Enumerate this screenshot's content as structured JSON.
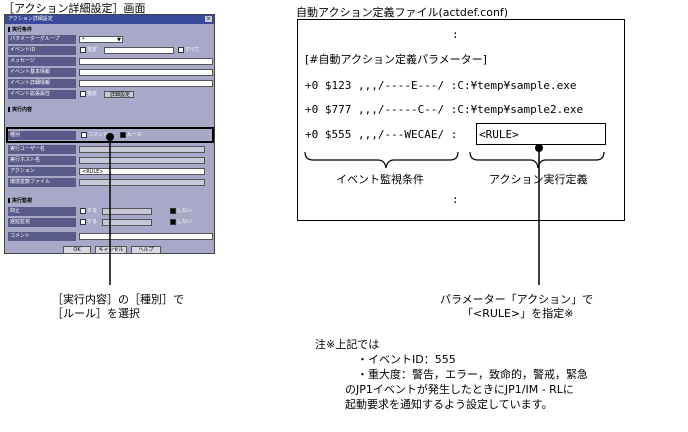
{
  "left_caption": "［アクション詳細設定］画面",
  "right_caption": "自動アクション定義ファイル(actdef.conf)",
  "dialog": {
    "title": "アクション詳細設定",
    "close_glyph": "×",
    "sections": {
      "execution_condition": "実行条件",
      "execution_content": "実行内容",
      "execution_monitor": "実行監視"
    },
    "rows": {
      "parameter_group": {
        "label": "パラメーターグループ",
        "value": "*"
      },
      "event_id": {
        "label": "イベントID",
        "opt1": "指定",
        "opt2": "すべて"
      },
      "message": {
        "label": "メッセージ"
      },
      "event_basic": {
        "label": "イベント基本情報"
      },
      "event_detail": {
        "label": "イベント詳細情報"
      },
      "event_extended": {
        "label": "イベント拡張属性",
        "opt1": "指定",
        "button": "詳細設定"
      },
      "type": {
        "label": "種別",
        "opt1": "コマンド",
        "opt2": "ルール"
      },
      "exec_user": {
        "label": "実行ユーザー名"
      },
      "exec_host": {
        "label": "実行ホスト名"
      },
      "action": {
        "label": "アクション",
        "value": "<RULE>"
      },
      "env_file": {
        "label": "環境変数ファイル"
      },
      "suppress": {
        "label": "抑止",
        "opt1": "する",
        "opt2": "しない"
      },
      "delay": {
        "label": "遅延監視",
        "opt1": "する",
        "opt2": "しない"
      },
      "comment": {
        "label": "コメント"
      }
    },
    "buttons": {
      "ok": "OK",
      "cancel": "キャンセル",
      "help": "ヘルプ"
    }
  },
  "config": {
    "dots_top": ":",
    "header": "[#自動アクション定義パラメーター]",
    "lines": [
      "+0 $123 ,,,/----E---/ :C:¥temp¥sample.exe",
      "+0 $777 ,,,/-----C--/ :C:¥temp¥sample2.exe",
      "+0 $555 ,,,/---WECAE/ :"
    ],
    "rule_value": "<RULE>",
    "brace_left_label": "イベント監視条件",
    "brace_right_label": "アクション実行定義",
    "dots_bottom": ":"
  },
  "callout_left": {
    "line1": "［実行内容］の［種別］で",
    "line2": "［ルール］を選択"
  },
  "callout_right": {
    "line1": "パラメーター「アクション」で",
    "line2": "「<RULE>」を指定※"
  },
  "note": {
    "line1": "注※上記では",
    "line2": "・イベントID：555",
    "line3": "・重大度：警告，エラー，致命的，警戒，緊急",
    "line4": "のJP1イベントが発生したときにJP1/IM - RLに",
    "line5": "起動要求を通知するよう設定しています。"
  }
}
